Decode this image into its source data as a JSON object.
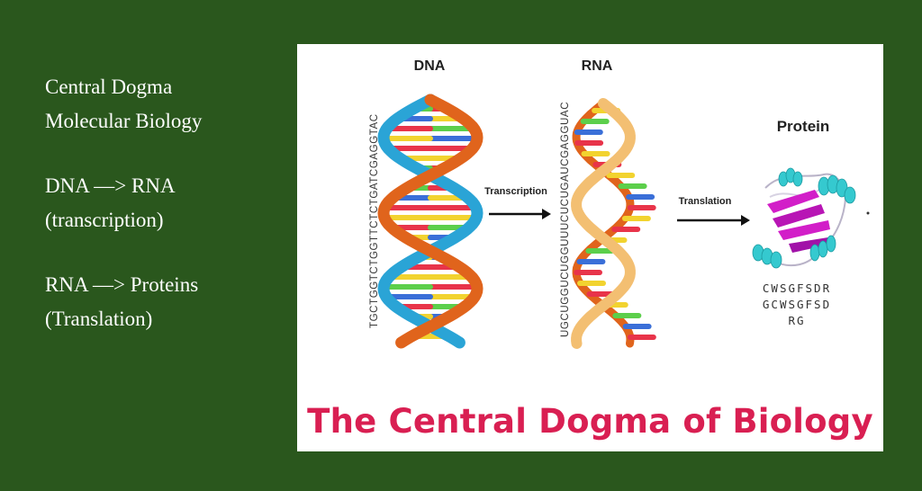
{
  "notes": [
    {
      "line1": "Central Dogma",
      "line2": "Molecular Biology"
    },
    {
      "line1": "DNA —> RNA",
      "line2": "(transcription)"
    },
    {
      "line1": "RNA —> Proteins",
      "line2": "(Translation)"
    }
  ],
  "diagram": {
    "dna_label": "DNA",
    "rna_label": "RNA",
    "protein_label": "Protein",
    "transcription_label": "Transcription",
    "translation_label": "Translation",
    "dna_sequence": "TGCTGGTCTGGTTCTCTGATCGAGGTAC",
    "rna_sequence": "UGCUGGUCUGGUUUCUCUGAUCGAGGUAC",
    "protein_seq_line1": "CWSGFSDR",
    "protein_seq_line2": "GCWSGFSD",
    "protein_seq_line3": "RG",
    "banner_title": "The Central Dogma of Biology"
  },
  "colors": {
    "background": "#2a571d",
    "banner_text": "#d91f52",
    "strand_orange": "#e0641c",
    "strand_blue": "#2aa4d6",
    "strand_tan": "#f3bf72",
    "base_colors": [
      "#e8344a",
      "#f2d32f",
      "#5ccf4b",
      "#3a6fd8",
      "#e8344a",
      "#f2d32f"
    ]
  },
  "icons": [
    "dna-double-helix-icon",
    "rna-single-strand-icon",
    "protein-ribbon-structure-icon",
    "arrow-right-icon"
  ]
}
